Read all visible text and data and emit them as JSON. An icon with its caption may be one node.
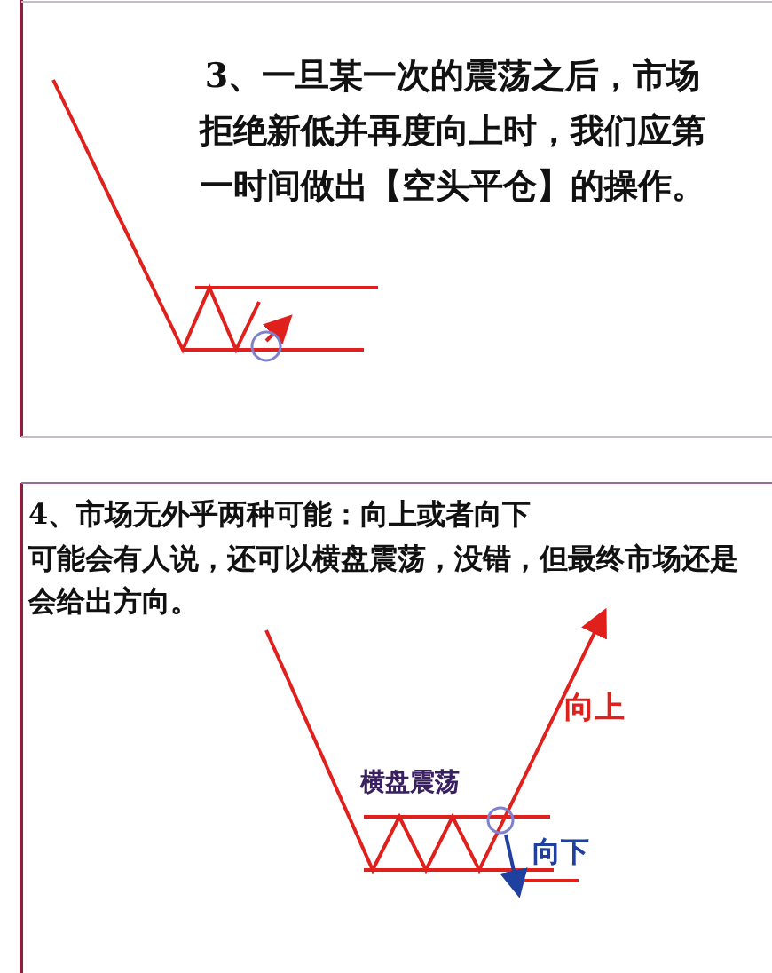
{
  "diagram": {
    "labels": [
      "3、一旦某一次的震荡之后，市场拒绝新低并再度向上时，我们应第一时间做出【空头平仓】的操作。",
      "4、市场无外乎两种可能：**向上或者向下**",
      "可能会有人说，还可以横盘震荡，没错，但最终市场还是会给出方向。",
      "向上",
      "横盘震荡",
      "向下"
    ]
  }
}
